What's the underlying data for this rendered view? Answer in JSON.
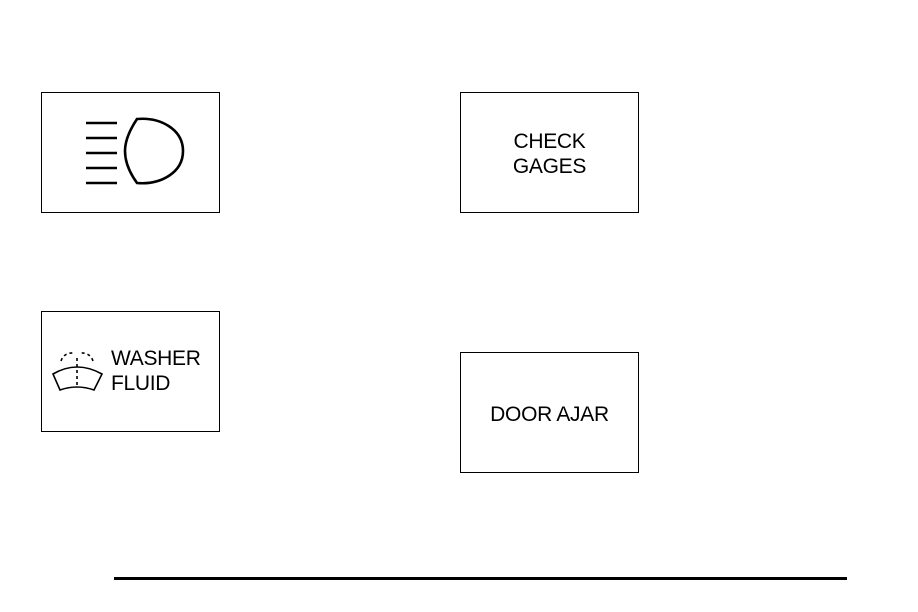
{
  "panels": {
    "high_beam": {
      "icon": "high-beam-headlamp-icon"
    },
    "check_gages": {
      "lines": [
        "CHECK",
        "GAGES"
      ]
    },
    "washer_fluid": {
      "icon": "windshield-washer-icon",
      "lines": [
        "WASHER",
        "FLUID"
      ]
    },
    "door_ajar": {
      "text": "DOOR AJAR"
    }
  },
  "colors": {
    "ink": "#000000",
    "background": "#ffffff"
  }
}
